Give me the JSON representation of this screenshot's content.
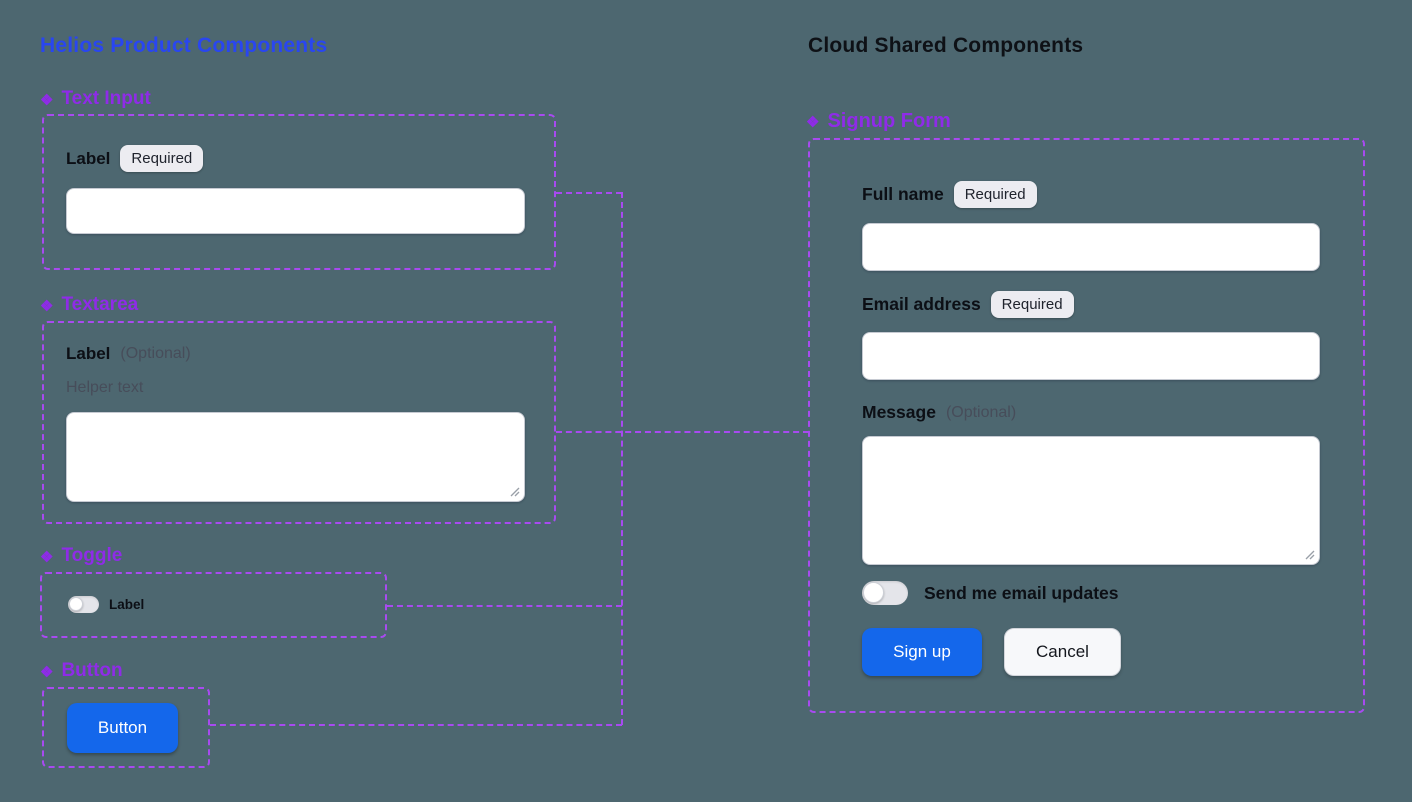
{
  "colors": {
    "canvas_background": "#4d6770",
    "title_blue": "#2946f0",
    "component_purple": "#8f2be8",
    "dashed_outline_purple": "#a84af0",
    "primary_button_blue": "#1467eb"
  },
  "icons": {
    "component_glyph": "❖"
  },
  "left_panel": {
    "title": "Helios Product Components",
    "text_input": {
      "heading": "Text Input",
      "label": "Label",
      "badge": "Required",
      "value": ""
    },
    "textarea": {
      "heading": "Textarea",
      "label": "Label",
      "optional": "(Optional)",
      "helper_text": "Helper text",
      "value": ""
    },
    "toggle": {
      "heading": "Toggle",
      "label": "Label",
      "state": "off"
    },
    "button": {
      "heading": "Button",
      "label": "Button"
    }
  },
  "right_panel": {
    "title": "Cloud Shared Components",
    "signup_form": {
      "heading": "Signup Form",
      "full_name": {
        "label": "Full name",
        "badge": "Required",
        "value": ""
      },
      "email": {
        "label": "Email address",
        "badge": "Required",
        "value": ""
      },
      "message": {
        "label": "Message",
        "optional": "(Optional)",
        "value": ""
      },
      "updates_toggle": {
        "label": "Send me email updates",
        "state": "off"
      },
      "signup_button": "Sign up",
      "cancel_button": "Cancel"
    }
  }
}
